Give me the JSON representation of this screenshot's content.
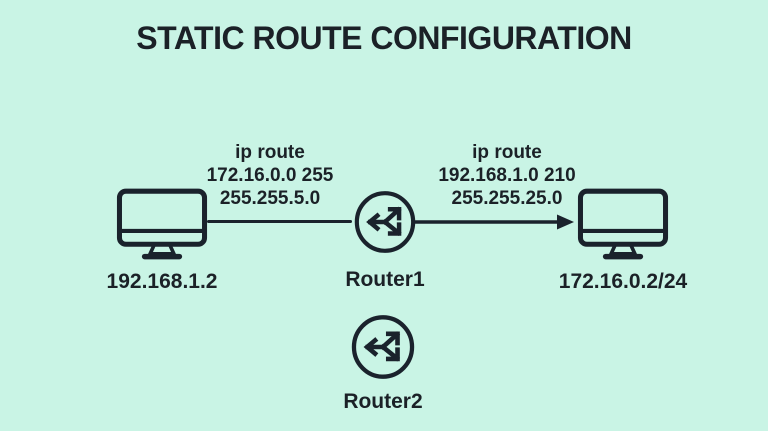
{
  "title": "STATIC ROUTE CONFIGURATION",
  "colors": {
    "background": "#c9f4e5",
    "device_fill": "#5c9dd6",
    "outline": "#1a222c",
    "text": "#1b2127"
  },
  "nodes": {
    "pc_left": {
      "type": "computer",
      "label": "192.168.1.2"
    },
    "router1": {
      "type": "router",
      "label": "Router1"
    },
    "pc_right": {
      "type": "computer",
      "label": "172.16.0.2/24"
    },
    "router2": {
      "type": "router",
      "label": "Router2"
    }
  },
  "links": {
    "left": {
      "from": "pc_left",
      "to": "router1",
      "arrowhead": false,
      "caption": [
        "ip route",
        "172.16.0.0 255",
        "255.255.5.0"
      ]
    },
    "right": {
      "from": "router1",
      "to": "pc_right",
      "arrowhead": true,
      "caption": [
        "ip route",
        "192.168.1.0 210",
        "255.255.25.0"
      ]
    }
  }
}
